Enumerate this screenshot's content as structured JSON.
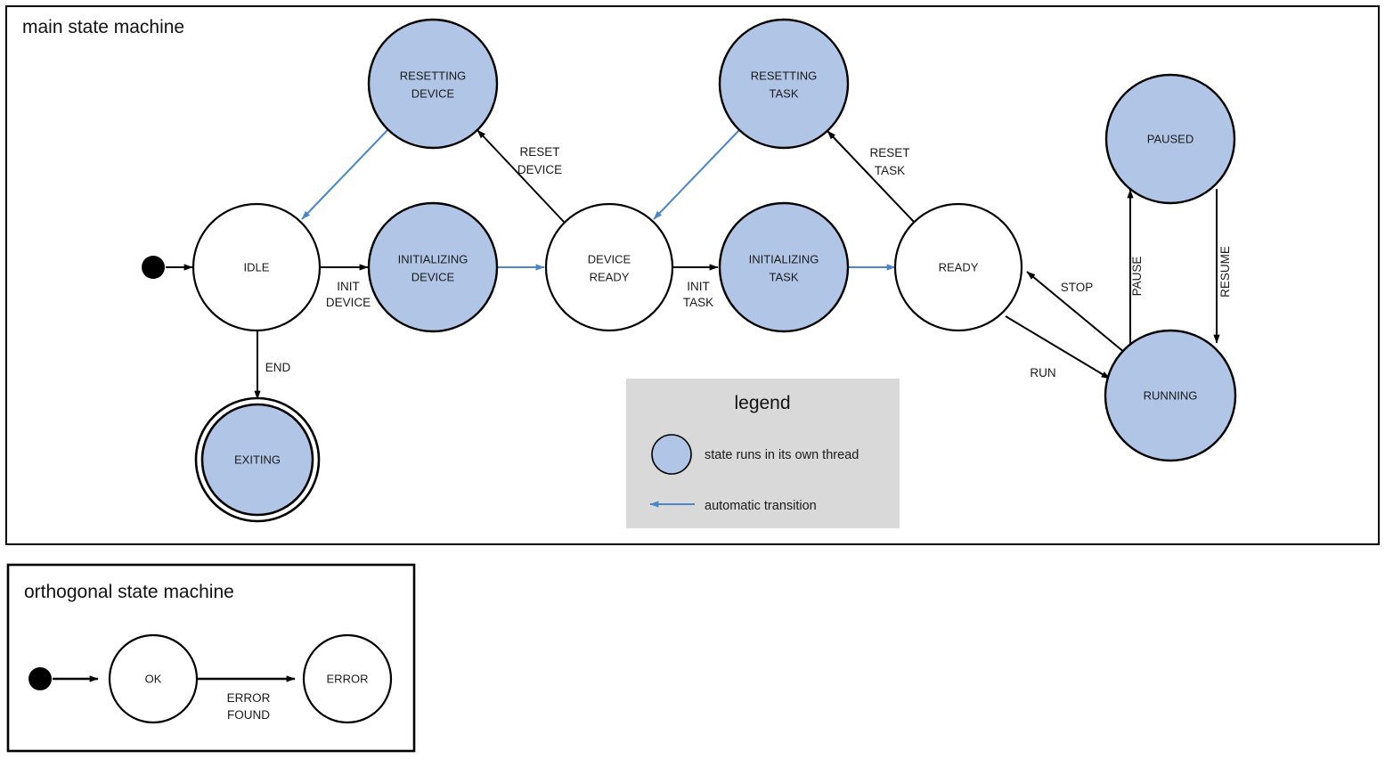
{
  "colors": {
    "thread_state_fill": "#b1c5e7",
    "plain_state_fill": "#ffffff",
    "stroke": "#000000",
    "auto_transition": "#4a86c8",
    "legend_bg": "#d9d9d9",
    "page_bg": "#ffffff"
  },
  "main_box": {
    "title": "main state machine",
    "states": [
      {
        "id": "resetting-device",
        "label_line1": "RESETTING",
        "label_line2": "DEVICE",
        "threaded": true
      },
      {
        "id": "resetting-task",
        "label_line1": "RESETTING",
        "label_line2": "TASK",
        "threaded": true
      },
      {
        "id": "paused",
        "label_line1": "PAUSED",
        "label_line2": "",
        "threaded": true
      },
      {
        "id": "idle",
        "label_line1": "IDLE",
        "label_line2": "",
        "threaded": false
      },
      {
        "id": "initializing-device",
        "label_line1": "INITIALIZING",
        "label_line2": "DEVICE",
        "threaded": true
      },
      {
        "id": "device-ready",
        "label_line1": "DEVICE",
        "label_line2": "READY",
        "threaded": false
      },
      {
        "id": "initializing-task",
        "label_line1": "INITIALIZING",
        "label_line2": "TASK",
        "threaded": true
      },
      {
        "id": "ready",
        "label_line1": "READY",
        "label_line2": "",
        "threaded": false
      },
      {
        "id": "running",
        "label_line1": "RUNNING",
        "label_line2": "",
        "threaded": true
      },
      {
        "id": "exiting",
        "label_line1": "EXITING",
        "label_line2": "",
        "threaded": true,
        "final": true
      }
    ],
    "transitions": [
      {
        "id": "init-device",
        "line1": "INIT",
        "line2": "DEVICE",
        "automatic": false
      },
      {
        "id": "reset-device",
        "line1": "RESET",
        "line2": "DEVICE",
        "automatic": false
      },
      {
        "id": "init-task",
        "line1": "INIT",
        "line2": "TASK",
        "automatic": false
      },
      {
        "id": "reset-task",
        "line1": "RESET",
        "line2": "TASK",
        "automatic": false
      },
      {
        "id": "end",
        "line1": "END",
        "line2": "",
        "automatic": false
      },
      {
        "id": "stop",
        "line1": "STOP",
        "line2": "",
        "automatic": false
      },
      {
        "id": "run",
        "line1": "RUN",
        "line2": "",
        "automatic": false
      },
      {
        "id": "pause",
        "line1": "PAUSE",
        "line2": "",
        "automatic": false
      },
      {
        "id": "resume",
        "line1": "RESUME",
        "line2": "",
        "automatic": false
      }
    ]
  },
  "legend": {
    "title": "legend",
    "items": [
      {
        "id": "thread-swatch",
        "text": "state runs in its own thread",
        "symbol": "filled-circle"
      },
      {
        "id": "auto-arrow",
        "text": "automatic transition",
        "symbol": "blue-arrow"
      }
    ]
  },
  "orthogonal_box": {
    "title": "orthogonal state machine",
    "states": [
      {
        "id": "ok",
        "label_line1": "OK",
        "label_line2": ""
      },
      {
        "id": "error",
        "label_line1": "ERROR",
        "label_line2": ""
      }
    ],
    "transitions": [
      {
        "id": "error-found",
        "line1": "ERROR",
        "line2": "FOUND"
      }
    ]
  }
}
